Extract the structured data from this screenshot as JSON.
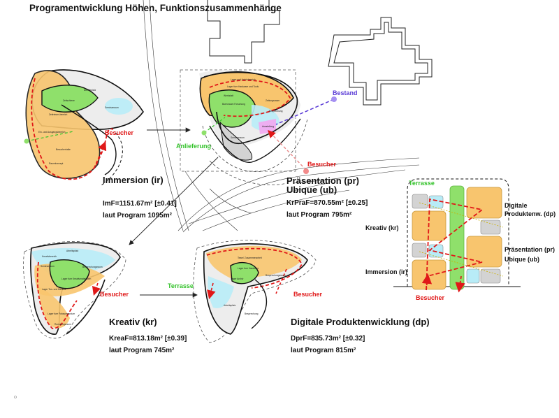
{
  "title": "Programentwicklung Höhen, Funktionszusammenhänge",
  "labels": {
    "besucher": "Besucher",
    "anlieferung": "Anlieferung",
    "bestand": "Bestand",
    "terrasse": "Terrasse"
  },
  "immersion": {
    "heading": "Immersion (ir)",
    "area": "ImF=1151.67m² [±0.41]",
    "program": "laut Program 1095m²"
  },
  "praesentation": {
    "heading_line1": "Präsentation (pr)",
    "heading_line2": "Ubique (ub)",
    "area": "KrPraF=870.55m² [±0.25]",
    "program": "laut Program 795m²"
  },
  "kreativ": {
    "heading": "Kreativ (kr)",
    "area": "KreaF=813.18m² [±0.39]",
    "program": "laut Program 745m²"
  },
  "digitale": {
    "heading": "Digitale Produktenwicklung (dp)",
    "area": "DprF=835.73m² [±0.32]",
    "program": "laut Program 815m²"
  },
  "section": {
    "digitale_line1": "Digitale",
    "digitale_line2": "Produktenw. (dp)",
    "kreativ": "Kreativ (kr)",
    "praes_line1": "Präsentation (pr)",
    "praes_line2": "Ubique (ub)",
    "immersion": "Immersion (ir)"
  },
  "colors": {
    "orange": "#f8c56e",
    "green": "#8fe06b",
    "cyan": "#b8ecf7",
    "grey": "#d3d3d3",
    "magenta": "#f2a6f0",
    "red": "#e01818",
    "label_green": "#33c22a",
    "purple": "#5a3bd6"
  }
}
